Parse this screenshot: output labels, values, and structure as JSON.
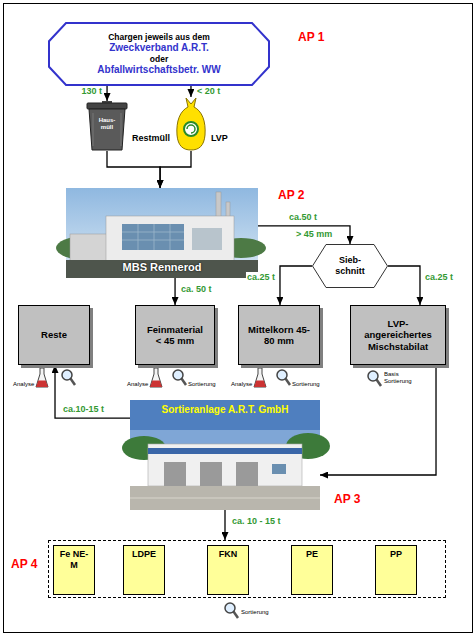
{
  "diagram": {
    "nodes": [
      {
        "text": [
          "Chargen jeweils aus dem",
          "Zweckverband A.R.T.",
          "oder",
          "Abfallwirtschaftsbetr. WW"
        ]
      },
      {
        "text": [
          "Haus- müll",
          "Restmüll"
        ]
      },
      {
        "text": [
          "LVP"
        ]
      },
      {
        "text": [
          "MBS Rennerod"
        ]
      },
      {
        "text": [
          "Sieb- schnitt"
        ]
      },
      {
        "text": [
          "Reste"
        ]
      },
      {
        "text": [
          "Feinmaterial < 45 mm"
        ]
      },
      {
        "text": [
          "Mittelkorn 45-80 mm"
        ]
      },
      {
        "text": [
          "LVP- angereichertes Mischstabilat"
        ]
      },
      {
        "text": [
          "Sortieranlage A.R.T. GmbH"
        ]
      },
      {
        "text": [
          "AP 4"
        ]
      },
      {
        "text": [
          "Fe NE-M"
        ],
        "in": 10
      },
      {
        "text": [
          "LDPE"
        ],
        "in": 10
      },
      {
        "text": [
          "FKN"
        ],
        "in": 10
      },
      {
        "text": [
          "PE"
        ],
        "in": 10
      },
      {
        "text": [
          "PP"
        ],
        "in": 10
      }
    ],
    "edges": [
      {
        "from": 0,
        "to": 1,
        "label": "130 t",
        "arrow": "to"
      },
      {
        "from": 0,
        "to": 2,
        "label": "< 20 t",
        "arrow": "to"
      },
      {
        "from": 1,
        "to": 3,
        "arrow": "to"
      },
      {
        "from": 2,
        "to": 3,
        "arrow": "to"
      },
      {
        "from": 3,
        "to": 4,
        "label": "ca.50 t",
        "arrow": "to"
      },
      {
        "from": 3,
        "to": 6,
        "label": "ca. 50 t",
        "arrow": "to"
      },
      {
        "from": 4,
        "to": 7,
        "label": "ca.25 t",
        "arrow": "to"
      },
      {
        "from": 4,
        "to": 8,
        "label": "ca.25 t",
        "arrow": "to"
      },
      {
        "from": 8,
        "to": 9,
        "arrow": "to"
      },
      {
        "from": 9,
        "to": 5,
        "label": "ca.10-15 t",
        "arrow": "to"
      },
      {
        "from": 9,
        "to": 10,
        "label": "ca. 10 - 15 t",
        "arrow": "to"
      }
    ],
    "labels": [
      "AP 1",
      "AP 2",
      "> 45 mm",
      "AP 3",
      "Analyse",
      "Analyse",
      "Sortierung",
      "Analyse",
      "Sortierung",
      "Basis Sortierung",
      "Sortierung"
    ]
  }
}
